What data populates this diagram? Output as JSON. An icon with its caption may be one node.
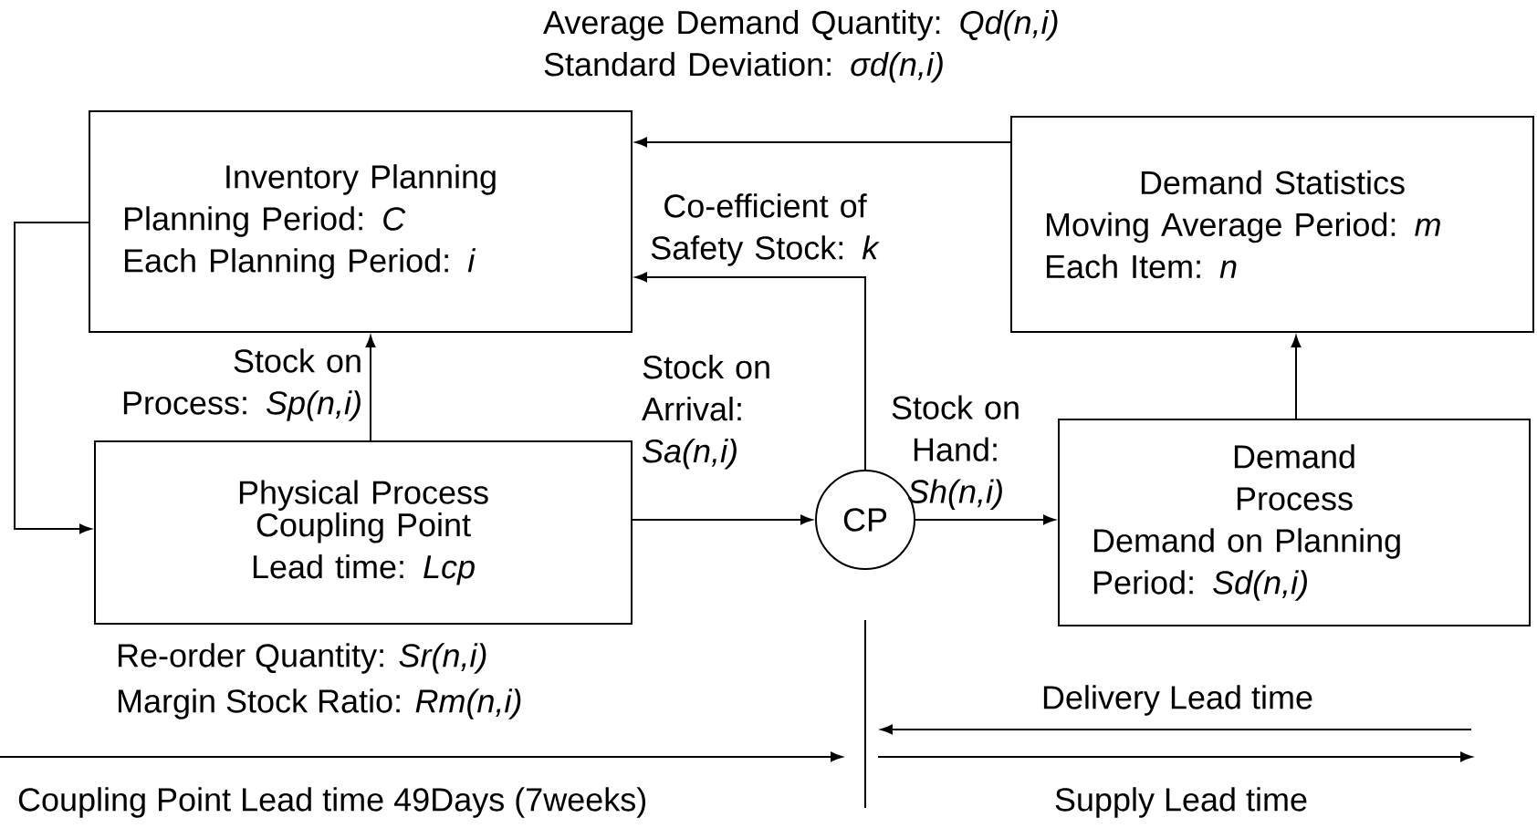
{
  "diagram": {
    "nodes": [
      {
        "text": [
          "Inventory Planning",
          "Planning Period:    *C*",
          "Each Planning Period: *i*"
        ]
      },
      {
        "text": [
          "Demand Statistics",
          "Moving Average Period: *m*",
          "Each Item:  *n*"
        ]
      },
      {
        "text": [
          "Physical Process",
          "Coupling Point Lead time:  *Lcp*"
        ]
      },
      {
        "text": [
          "CP"
        ]
      },
      {
        "text": [
          "Demand Process",
          "Demand on Planning Period:  *Sd(n,i)*"
        ]
      }
    ],
    "edges": [
      {
        "from": 1,
        "to": 0,
        "arrow": "to",
        "label": "Average Demand Quantity: *Qd(n,i)* Standard Deviation: *σd(n,i)*"
      },
      {
        "from": 3,
        "to": 0,
        "arrow": "to",
        "label": "Co-efficient of Safety Stock: *k*"
      },
      {
        "from": 2,
        "to": 0,
        "arrow": "to",
        "label": "Stock on Process: *Sp(n,i)*"
      },
      {
        "from": 0,
        "to": 2,
        "arrow": "to"
      },
      {
        "from": 2,
        "to": 3,
        "arrow": "to",
        "label": "Stock on Arrival: *Sa(n,i)*"
      },
      {
        "from": 3,
        "to": 4,
        "arrow": "to",
        "label": "Stock on Hand: *Sh(n,i)*"
      },
      {
        "from": 4,
        "to": 1,
        "arrow": "to"
      }
    ],
    "labels": [
      "Re-order Quantity: *Sr(n,i)*",
      "Margin Stock Ratio: *Rm(n,i)*",
      "Delivery Lead time",
      "Coupling Point Lead time 49Days (7weeks)",
      "Supply Lead time"
    ]
  }
}
